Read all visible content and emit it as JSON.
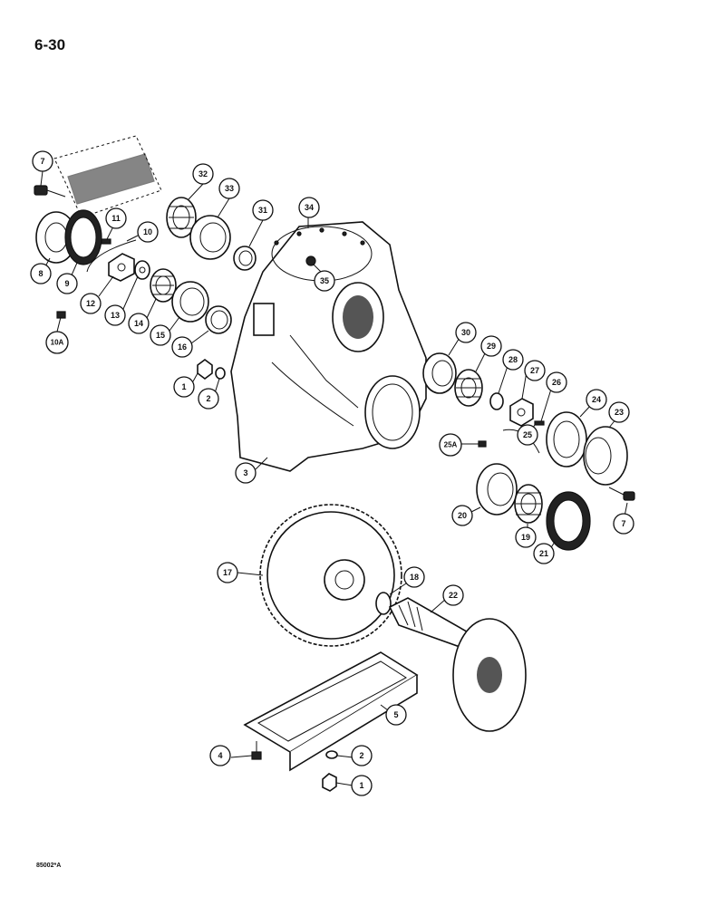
{
  "page_number": "6-30",
  "figure_code": "85002*A",
  "callouts": [
    {
      "id": "7a",
      "label": "7"
    },
    {
      "id": "8",
      "label": "8"
    },
    {
      "id": "9",
      "label": "9"
    },
    {
      "id": "10A",
      "label": "10A"
    },
    {
      "id": "11",
      "label": "11"
    },
    {
      "id": "10",
      "label": "10"
    },
    {
      "id": "12",
      "label": "12"
    },
    {
      "id": "13",
      "label": "13"
    },
    {
      "id": "14",
      "label": "14"
    },
    {
      "id": "15",
      "label": "15"
    },
    {
      "id": "16",
      "label": "16"
    },
    {
      "id": "32",
      "label": "32"
    },
    {
      "id": "33",
      "label": "33"
    },
    {
      "id": "31",
      "label": "31"
    },
    {
      "id": "34",
      "label": "34"
    },
    {
      "id": "35",
      "label": "35"
    },
    {
      "id": "1a",
      "label": "1"
    },
    {
      "id": "2a",
      "label": "2"
    },
    {
      "id": "3",
      "label": "3"
    },
    {
      "id": "30",
      "label": "30"
    },
    {
      "id": "29",
      "label": "29"
    },
    {
      "id": "28",
      "label": "28"
    },
    {
      "id": "27",
      "label": "27"
    },
    {
      "id": "26",
      "label": "26"
    },
    {
      "id": "25",
      "label": "25"
    },
    {
      "id": "25A",
      "label": "25A"
    },
    {
      "id": "24",
      "label": "24"
    },
    {
      "id": "23",
      "label": "23"
    },
    {
      "id": "7b",
      "label": "7"
    },
    {
      "id": "20",
      "label": "20"
    },
    {
      "id": "19",
      "label": "19"
    },
    {
      "id": "21",
      "label": "21"
    },
    {
      "id": "17",
      "label": "17"
    },
    {
      "id": "18",
      "label": "18"
    },
    {
      "id": "22",
      "label": "22"
    },
    {
      "id": "5",
      "label": "5"
    },
    {
      "id": "4",
      "label": "4"
    },
    {
      "id": "2b",
      "label": "2"
    },
    {
      "id": "1b",
      "label": "1"
    }
  ]
}
